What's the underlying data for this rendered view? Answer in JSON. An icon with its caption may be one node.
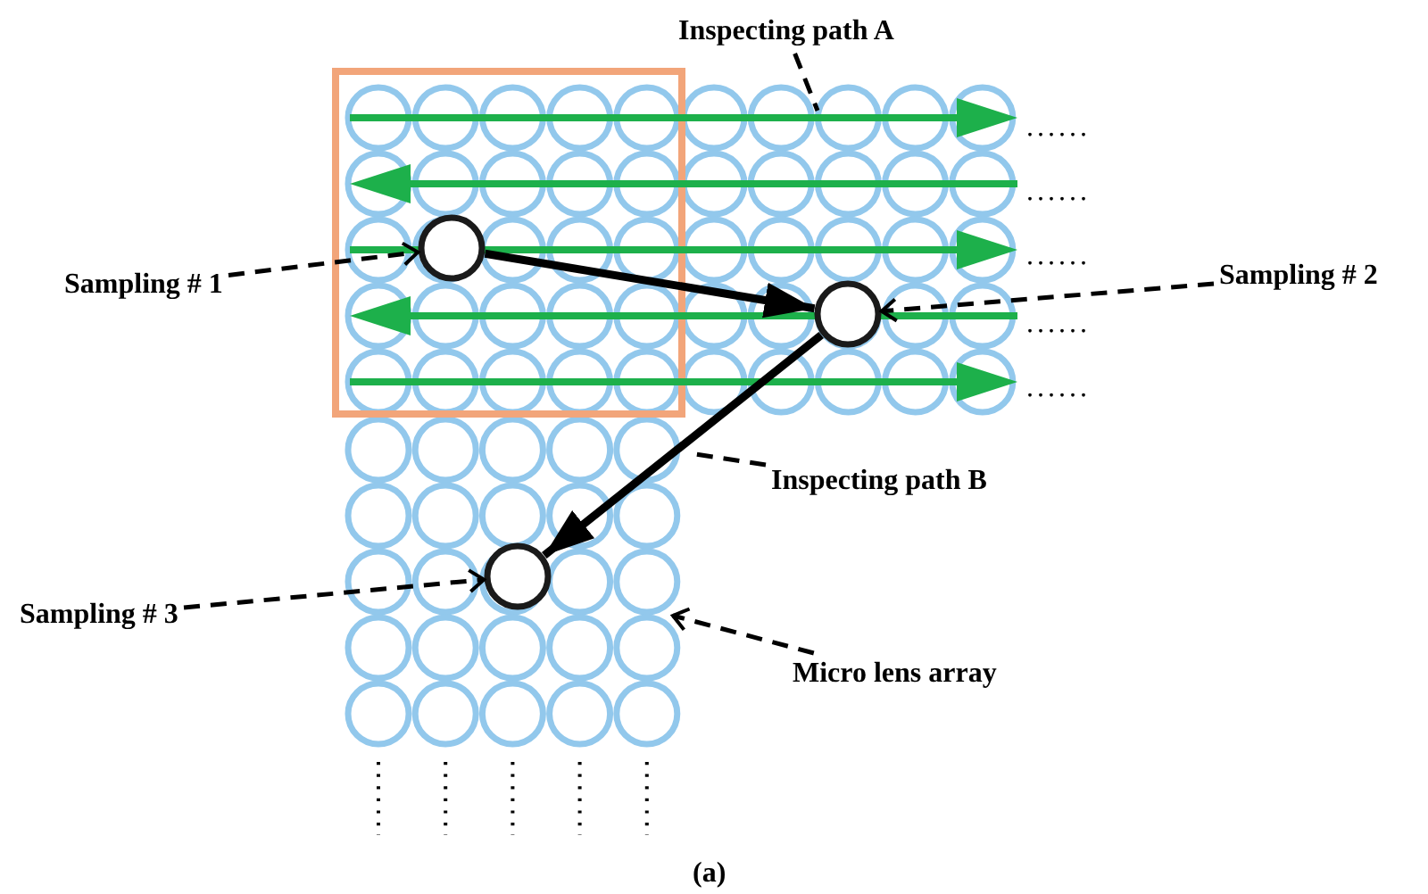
{
  "diagram": {
    "caption": "(a)",
    "nodes": [
      {
        "text": [
          "Inspecting path A"
        ]
      },
      {
        "text": [
          "Sampling # 1"
        ]
      },
      {
        "text": [],
        "shape": "circle"
      },
      {
        "text": [
          "Sampling # 2"
        ]
      },
      {
        "text": [],
        "shape": "circle"
      },
      {
        "text": [
          "Inspecting path B"
        ]
      },
      {
        "text": [
          "Sampling # 3"
        ]
      },
      {
        "text": [],
        "shape": "circle"
      },
      {
        "text": [
          "Micro lens array"
        ]
      }
    ],
    "edges": [
      {
        "from": 0,
        "to": null,
        "arrow": "none",
        "style": "dashed"
      },
      {
        "from": 1,
        "to": 2,
        "arrow": "to",
        "style": "dashed"
      },
      {
        "from": 3,
        "to": 4,
        "arrow": "to",
        "style": "dashed"
      },
      {
        "from": 5,
        "to": null,
        "arrow": "none",
        "style": "dashed"
      },
      {
        "from": 6,
        "to": 7,
        "arrow": "to",
        "style": "dashed"
      },
      {
        "from": 8,
        "to": null,
        "arrow": "to",
        "style": "dashed"
      },
      {
        "from": 2,
        "to": 4,
        "arrow": "to",
        "style": "thick"
      },
      {
        "from": 4,
        "to": 7,
        "arrow": "to",
        "style": "thick"
      }
    ],
    "labels": [
      "......",
      "......",
      "......",
      "......",
      "......"
    ]
  }
}
